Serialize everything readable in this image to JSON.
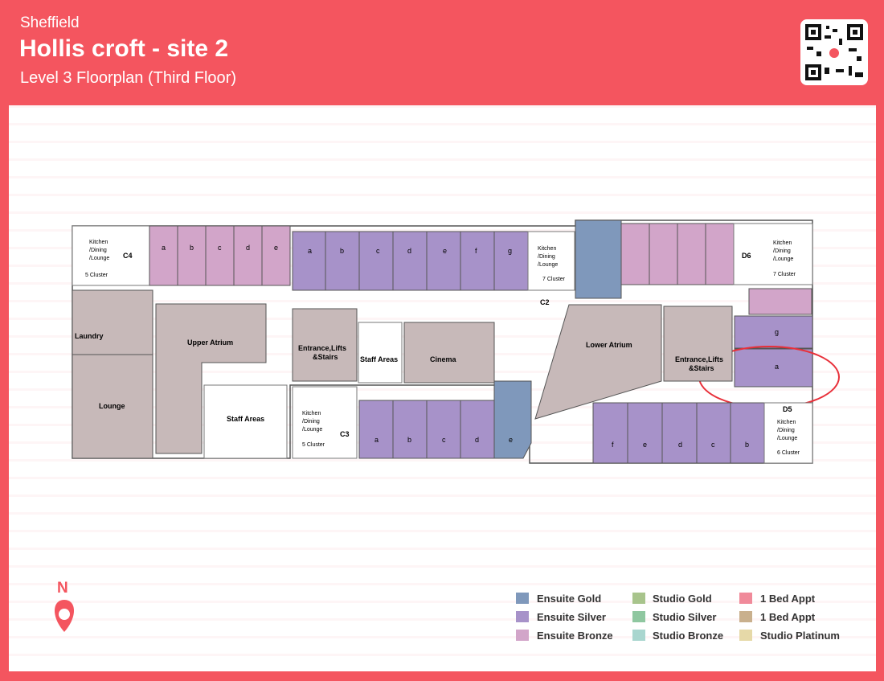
{
  "header": {
    "city": "Sheffield",
    "title": "Hollis croft - site 2",
    "subtitle": "Level 3 Floorplan (Third Floor)"
  },
  "colors": {
    "ensuite_gold": "#7f98bb",
    "ensuite_silver": "#a792c9",
    "ensuite_bronze": "#d2a5c9",
    "studio_gold": "#a8c48c",
    "studio_silver": "#8fc7a0",
    "one_bed": "#c9b08d",
    "common": "#c7b9b9",
    "accent": "#f4555f"
  },
  "rooms": {
    "kitchen": "Kitchen\n/Dining\n/Lounge",
    "c4": "C4",
    "c4_cluster": "5 Cluster",
    "c2": "C2",
    "c2_cluster": "7 Cluster",
    "d6": "D6",
    "d6_cluster": "7 Cluster",
    "c3": "C3",
    "c3_cluster": "5 Cluster",
    "d5": "D5",
    "d5_cluster": "6 Cluster",
    "laundry": "Laundry",
    "lounge": "Lounge",
    "upper_atrium": "Upper Atrium",
    "entrance_left": "Entrance,Lifts\n&Stairs",
    "staff_areas_top": "Staff Areas",
    "cinema": "Cinema",
    "staff_areas_bottom": "Staff Areas",
    "lower_atrium": "Lower Atrium",
    "entrance_right": "Entrance,Lifts\n&Stairs"
  },
  "units": {
    "c4": [
      "a",
      "b",
      "c",
      "d",
      "e"
    ],
    "c2": [
      "a",
      "b",
      "c",
      "d",
      "e",
      "f",
      "g"
    ],
    "c3": [
      "a",
      "b",
      "c",
      "d",
      "e"
    ],
    "d6": [
      "g",
      "a"
    ],
    "d5": [
      "f",
      "e",
      "d",
      "c",
      "b"
    ]
  },
  "compass": "N",
  "legend": [
    {
      "label": "Ensuite Gold",
      "color": "#7f98bb"
    },
    {
      "label": "Ensuite Silver",
      "color": "#a792c9"
    },
    {
      "label": "Ensuite Bronze",
      "color": "#d2a5c9"
    },
    {
      "label": "Studio Gold",
      "color": "#a8c48c"
    },
    {
      "label": "Studio Silver",
      "color": "#8fc7a0"
    },
    {
      "label": "Studio Bronze",
      "color": "#a9d6cf"
    },
    {
      "label": "1 Bed Appt",
      "color": "#f08a9a"
    },
    {
      "label": "1 Bed Appt",
      "color": "#c9b08d"
    },
    {
      "label": "Studio Platinum",
      "color": "#e6d9a8"
    }
  ]
}
